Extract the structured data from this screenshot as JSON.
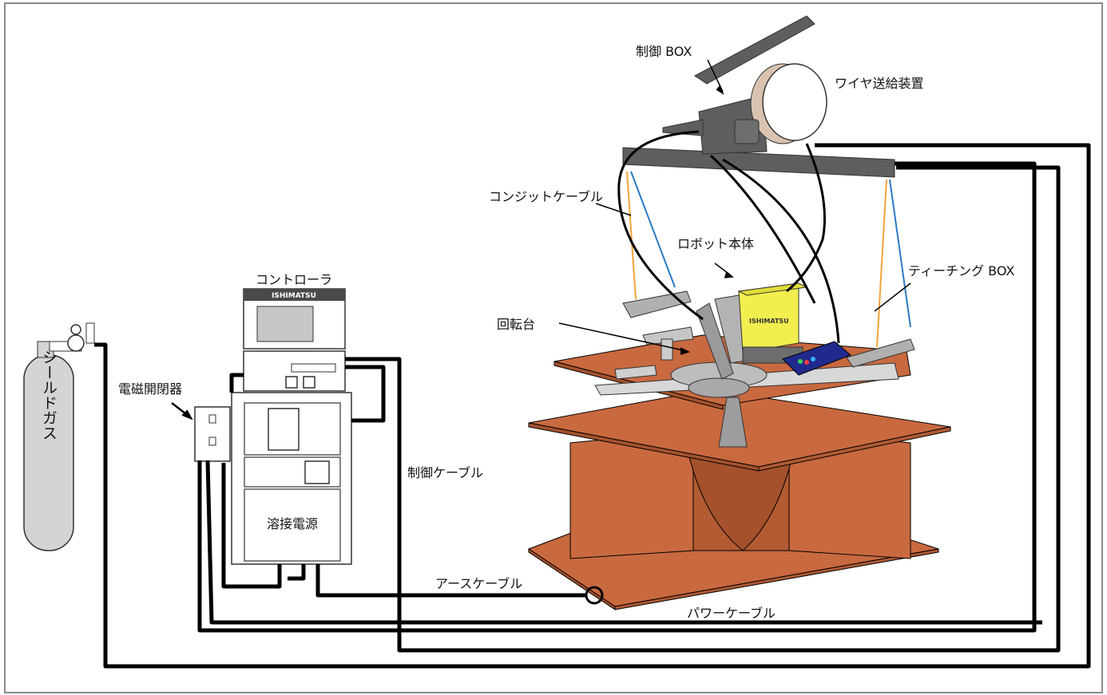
{
  "labels": {
    "control_box": "制御 BOX",
    "wire_feeder": "ワイヤ送給装置",
    "conduit_cable": "コンジットケーブル",
    "robot_body": "ロボット本体",
    "teaching_box": "ティーチング BOX",
    "turntable": "回転台",
    "controller": "コントローラ",
    "magnetic_switch": "電磁開閉器",
    "shield_gas": "シールドガス",
    "control_cable": "制御ケーブル",
    "welding_power": "溶接電源",
    "earth_cable": "アースケーブル",
    "power_cable": "パワーケーブル"
  },
  "brand": {
    "controller_logo": "ISHIMATSU",
    "robot_logo": "ISHIMATSU"
  },
  "colors": {
    "steel": "#c9693f",
    "steel_shadow": "#a4512c",
    "machine_gray": "#5e5e60",
    "gas_cylinder": "#d3d4d6",
    "robot_yellow": "#f1ee4e",
    "teach_box_blue": "#1f2a8c",
    "cable": "#000000",
    "wire_orange": "#f3a43a",
    "wire_blue": "#2a79c3"
  }
}
